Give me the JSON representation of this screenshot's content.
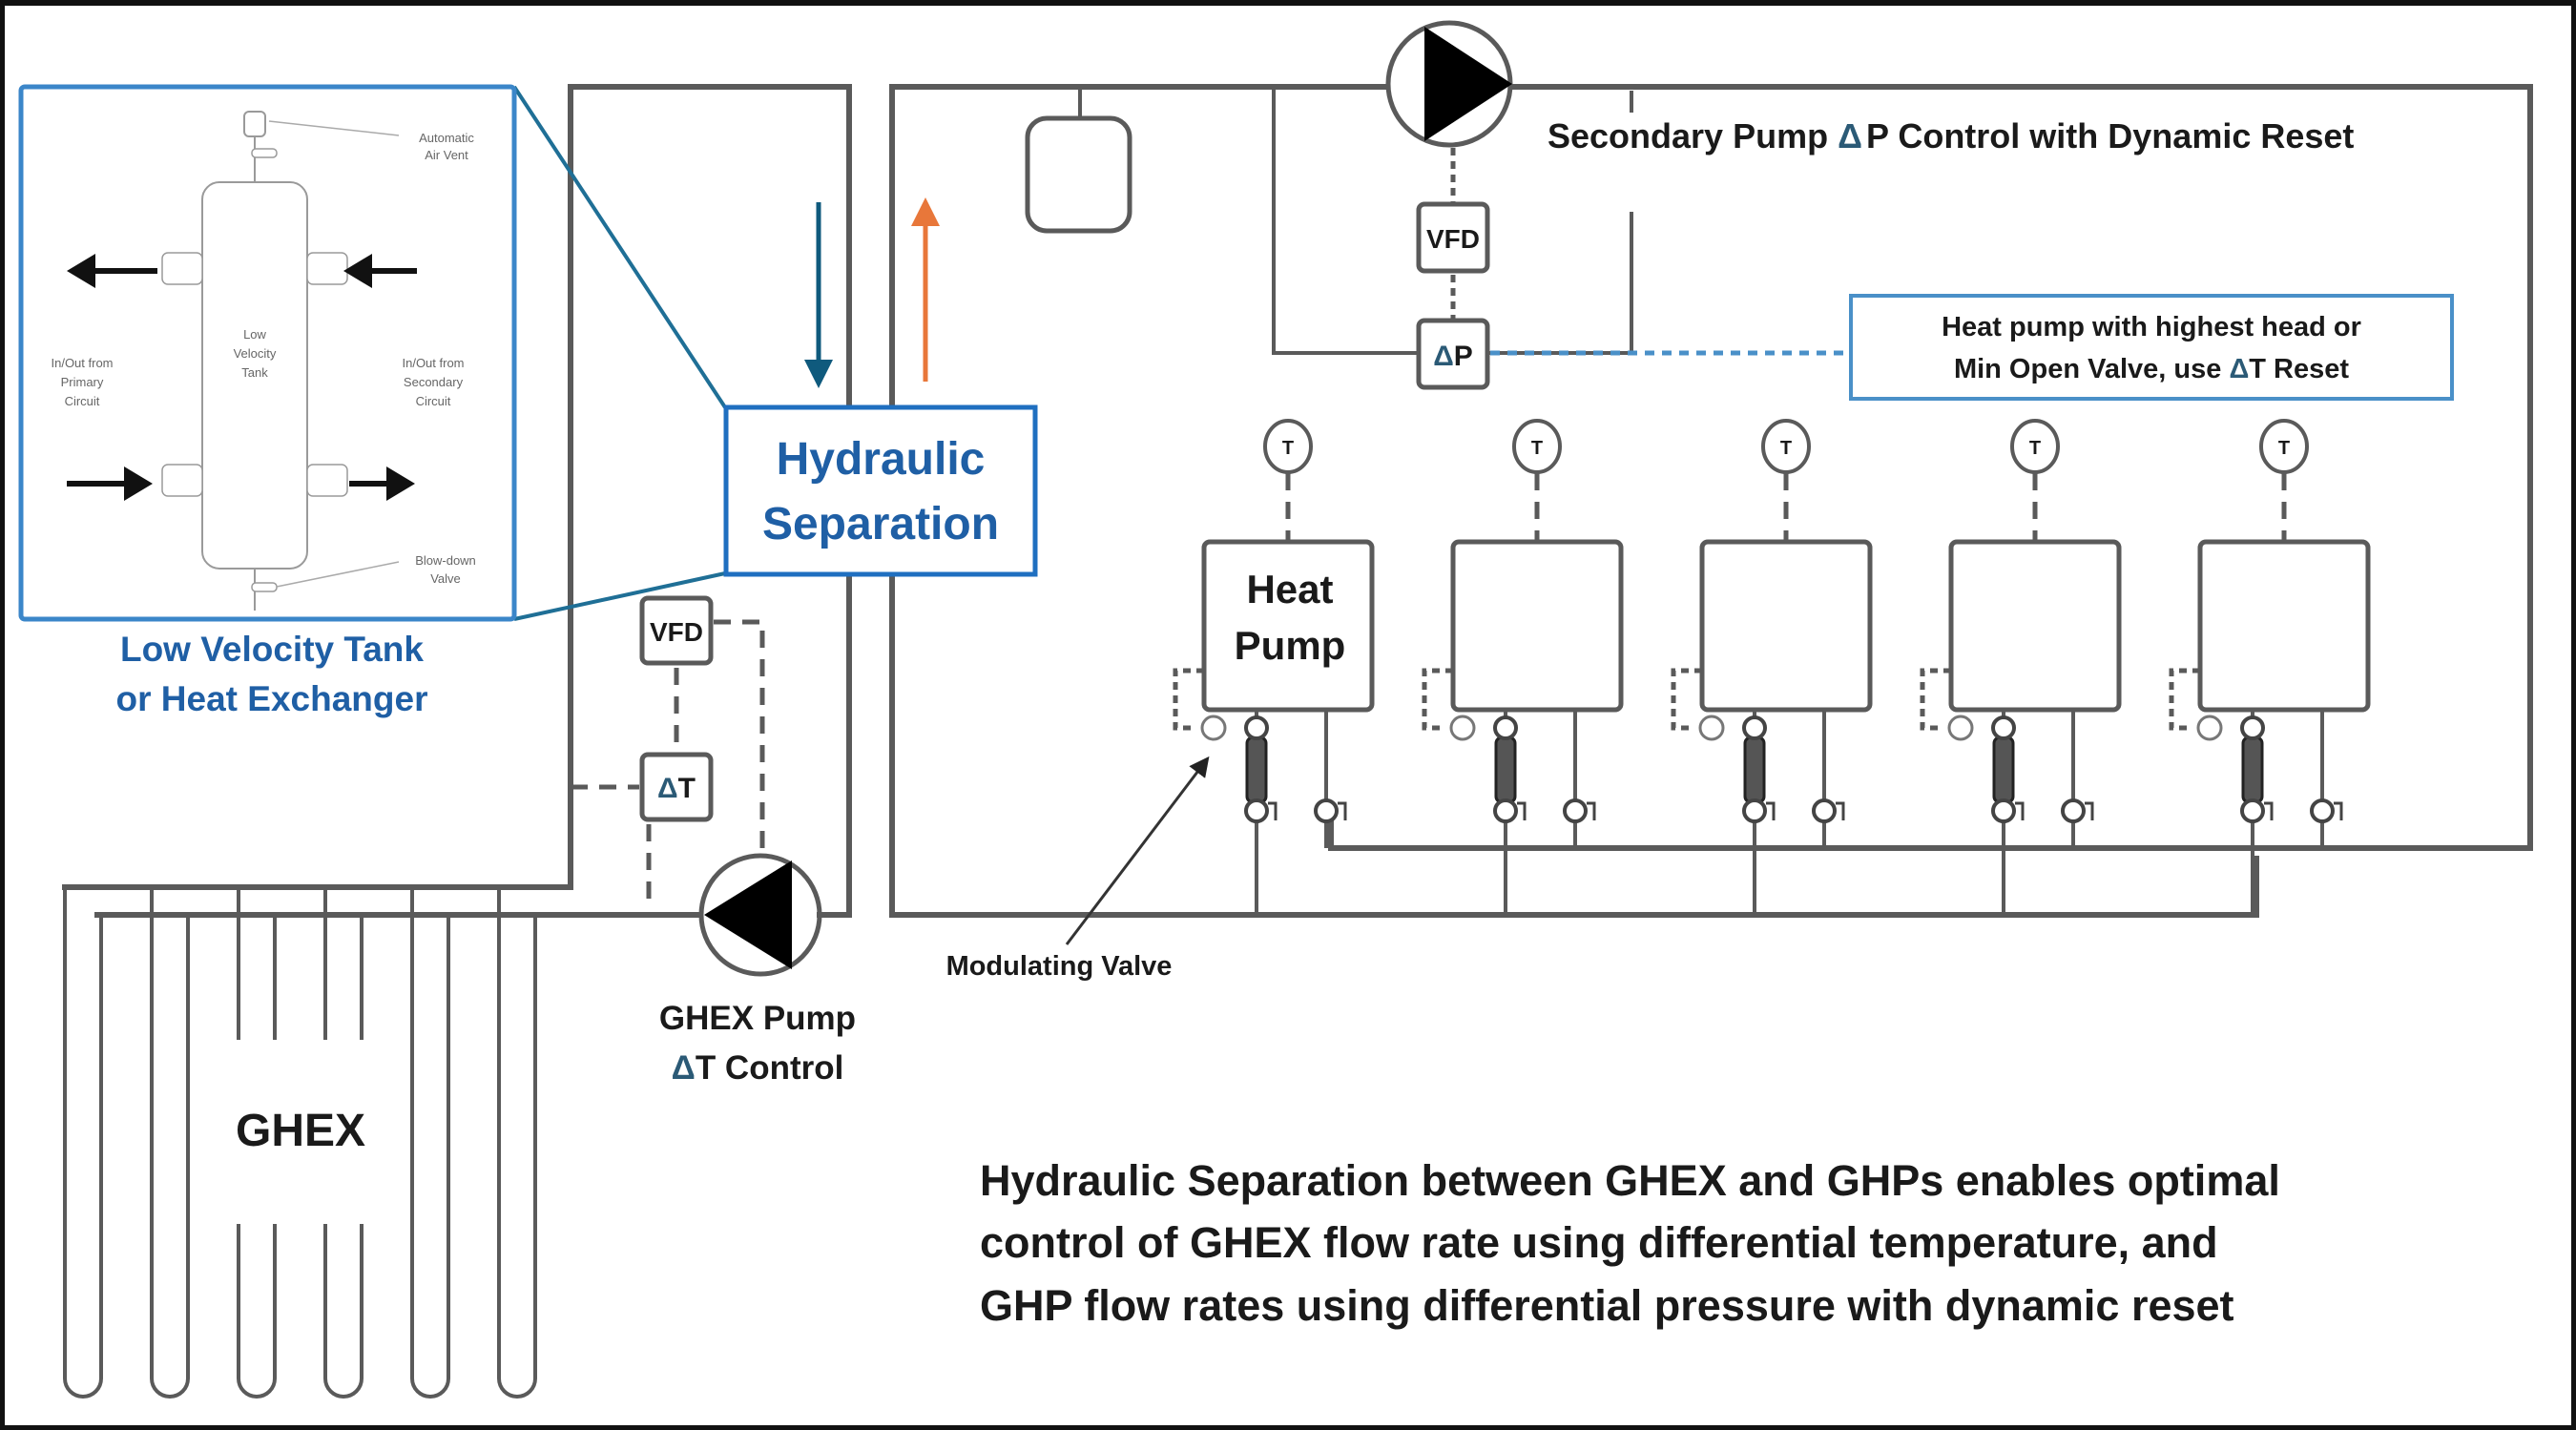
{
  "diagram": {
    "title_secondary_pump": "Secondary Pump",
    "title_secondary_delta": "Δ",
    "title_secondary_rest": "P Control with Dynamic Reset",
    "callout_line1": "Heat pump with highest head or",
    "callout_line2_pre": "Min Open Valve, use ",
    "callout_line2_delta": "Δ",
    "callout_line2_post": "T Reset",
    "hydraulic_sep_line1": "Hydraulic",
    "hydraulic_sep_line2": "Separation",
    "inset_caption_line1": "Low Velocity Tank",
    "inset_caption_line2": "or Heat Exchanger",
    "inset": {
      "air_vent_line1": "Automatic",
      "air_vent_line2": "Air Vent",
      "tank_line1": "Low",
      "tank_line2": "Velocity",
      "tank_line3": "Tank",
      "primary_line1": "In/Out from",
      "primary_line2": "Primary",
      "primary_line3": "Circuit",
      "secondary_line1": "In/Out from",
      "secondary_line2": "Secondary",
      "secondary_line3": "Circuit",
      "blowdown_line1": "Blow-down",
      "blowdown_line2": "Valve"
    },
    "vfd_label": "VFD",
    "delta_symbol": "Δ",
    "dt_letter": "T",
    "dp_letter": "P",
    "sensor_letter": "T",
    "ghex_pump_line1": "GHEX Pump",
    "ghex_pump_line2_delta": "Δ",
    "ghex_pump_line2_rest": "T  Control",
    "ghex_label": "GHEX",
    "modulating_valve": "Modulating Valve",
    "heat_pump_line1": "Heat",
    "heat_pump_line2": "Pump",
    "heat_pump_count": 5,
    "ghex_loop_count": 6,
    "summary_line1": "Hydraulic Separation between GHEX and GHPs enables optimal",
    "summary_line2": "control of GHEX flow rate using differential temperature, and",
    "summary_line3": "GHP flow rates using differential pressure with dynamic reset",
    "colors": {
      "accent_blue": "#1f6fc0",
      "text_blue": "#1f5fa5",
      "cold_arrow": "#0f5a7d",
      "hot_arrow": "#e8773a",
      "pipe": "#5a5a5a"
    }
  }
}
